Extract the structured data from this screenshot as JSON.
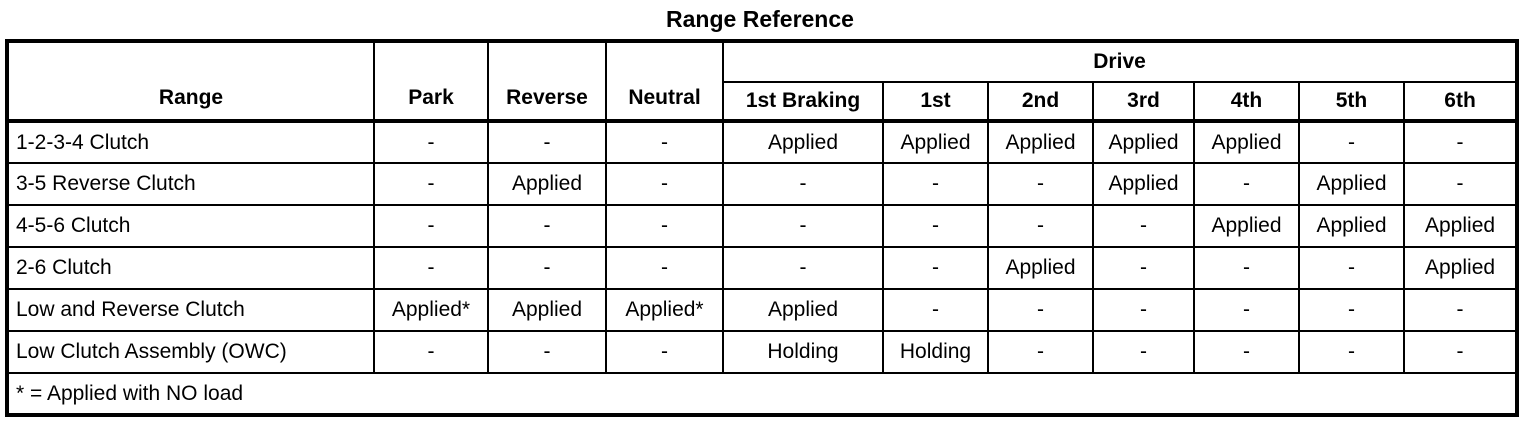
{
  "title": "Range Reference",
  "colors": {
    "background": "#ffffff",
    "text": "#000000",
    "border": "#000000"
  },
  "table": {
    "header": {
      "range": "Range",
      "park": "Park",
      "reverse": "Reverse",
      "neutral": "Neutral",
      "drive": "Drive",
      "drive_columns": [
        "1st Braking",
        "1st",
        "2nd",
        "3rd",
        "4th",
        "5th",
        "6th"
      ]
    },
    "rows": [
      {
        "label": "1-2-3-4 Clutch",
        "cells": [
          "-",
          "-",
          "-",
          "Applied",
          "Applied",
          "Applied",
          "Applied",
          "Applied",
          "-",
          "-"
        ]
      },
      {
        "label": "3-5 Reverse Clutch",
        "cells": [
          "-",
          "Applied",
          "-",
          "-",
          "-",
          "-",
          "Applied",
          "-",
          "Applied",
          "-"
        ]
      },
      {
        "label": "4-5-6 Clutch",
        "cells": [
          "-",
          "-",
          "-",
          "-",
          "-",
          "-",
          "-",
          "Applied",
          "Applied",
          "Applied"
        ]
      },
      {
        "label": "2-6 Clutch",
        "cells": [
          "-",
          "-",
          "-",
          "-",
          "-",
          "Applied",
          "-",
          "-",
          "-",
          "Applied"
        ]
      },
      {
        "label": "Low and Reverse Clutch",
        "cells": [
          "Applied*",
          "Applied",
          "Applied*",
          "Applied",
          "-",
          "-",
          "-",
          "-",
          "-",
          "-"
        ]
      },
      {
        "label": "Low Clutch Assembly (OWC)",
        "cells": [
          "-",
          "-",
          "-",
          "Holding",
          "Holding",
          "-",
          "-",
          "-",
          "-",
          "-"
        ]
      }
    ],
    "footnote": "* = Applied with NO load"
  }
}
